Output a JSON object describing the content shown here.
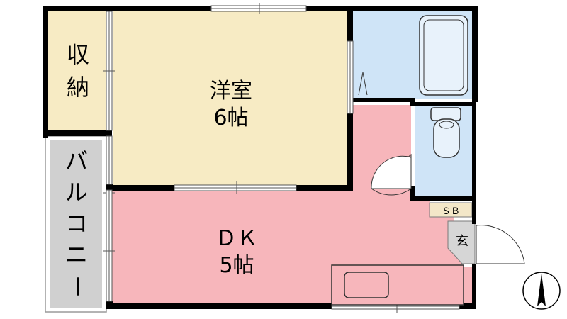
{
  "rooms": {
    "western_room": {
      "name": "洋室",
      "size": "6帖"
    },
    "dk": {
      "name": "ＤＫ",
      "size": "5帖"
    },
    "storage": {
      "name_line1": "収",
      "name_line2": "納"
    },
    "balcony": {
      "chars": [
        "バ",
        "ル",
        "コ",
        "ニ",
        "ー"
      ]
    },
    "shoe_box": {
      "name": "ＳＢ"
    },
    "entrance": {
      "name": "玄"
    }
  },
  "colors": {
    "western_room": "#f7ebc4",
    "dk": "#f7b6bb",
    "wet_area": "#cfe4f7",
    "storage": "#f7ebc4",
    "balcony": "#d0d0d0",
    "wall": "#000000",
    "entrance": "#d6d6d6",
    "shoe_box": "#f3e7c8"
  },
  "compass": {
    "direction": "N",
    "icon": "north-arrow-icon"
  }
}
